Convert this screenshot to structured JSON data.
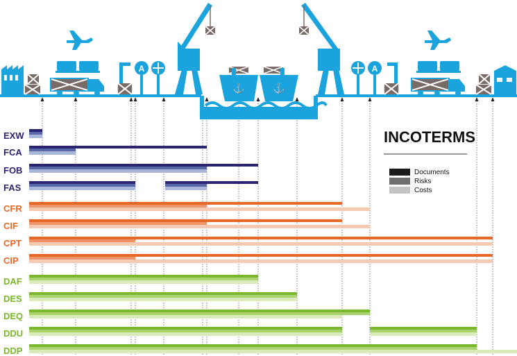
{
  "title": "INCOTERMS",
  "legend": [
    {
      "label": "Documents",
      "color": "#1a1a1a"
    },
    {
      "label": "Risks",
      "color": "#6e6e6e"
    },
    {
      "label": "Costs",
      "color": "#c4c4c4"
    }
  ],
  "colors": {
    "scene": "#1aa3dd",
    "navy": "#2b2570",
    "navy_mid": "#5867a6",
    "navy_light": "#a9b6dc",
    "orange": "#e8682a",
    "orange_mid": "#f0956a",
    "orange_light": "#f6c9b3",
    "green": "#7ab72d",
    "green_mid": "#aad26f",
    "green_light": "#d9ebbb",
    "crate": "#7a6a66",
    "title": "#111111"
  },
  "groups": [
    {
      "id": "E",
      "color_key": "navy",
      "terms": [
        "EXW"
      ]
    },
    {
      "id": "F",
      "color_key": "navy",
      "terms": [
        "FCA",
        "FOB",
        "FAS"
      ]
    },
    {
      "id": "C",
      "color_key": "orange",
      "terms": [
        "CFR",
        "CIF",
        "CPT",
        "CIP"
      ]
    },
    {
      "id": "D",
      "color_key": "green",
      "terms": [
        "DAF",
        "DES",
        "DEQ",
        "DDU",
        "DDP"
      ]
    }
  ],
  "terms": [
    {
      "code": "EXW",
      "color_key": "navy",
      "documents": [
        [
          1,
          2
        ]
      ],
      "risks": [
        [
          1,
          2
        ]
      ],
      "costs": [
        [
          1,
          2
        ]
      ]
    },
    {
      "code": "FCA",
      "color_key": "navy",
      "documents": [
        [
          1,
          9
        ]
      ],
      "risks": [
        [
          1,
          3
        ]
      ],
      "costs": [
        [
          1,
          3
        ]
      ]
    },
    {
      "code": "FOB",
      "color_key": "navy",
      "documents": [
        [
          1,
          11
        ]
      ],
      "risks": [
        [
          1,
          9
        ]
      ],
      "costs": [
        [
          1,
          9
        ]
      ]
    },
    {
      "code": "FAS",
      "color_key": "navy",
      "documents": [
        [
          1,
          5
        ],
        [
          7,
          11
        ]
      ],
      "risks": [
        [
          1,
          5
        ],
        [
          7,
          9
        ]
      ],
      "costs": [
        [
          1,
          5
        ],
        [
          7,
          9
        ]
      ]
    },
    {
      "code": "CFR",
      "color_key": "orange",
      "documents": [
        [
          1,
          15
        ]
      ],
      "risks": [
        [
          1,
          9
        ]
      ],
      "costs": [
        [
          1,
          16
        ]
      ]
    },
    {
      "code": "CIF",
      "color_key": "orange",
      "documents": [
        [
          1,
          15
        ]
      ],
      "risks": [
        [
          1,
          9
        ]
      ],
      "costs": [
        [
          1,
          16
        ]
      ]
    },
    {
      "code": "CPT",
      "color_key": "orange",
      "documents": [
        [
          1,
          20
        ]
      ],
      "risks": [
        [
          1,
          5
        ]
      ],
      "costs": [
        [
          1,
          20
        ]
      ]
    },
    {
      "code": "CIP",
      "color_key": "orange",
      "documents": [
        [
          1,
          20
        ]
      ],
      "risks": [
        [
          1,
          5
        ]
      ],
      "costs": [
        [
          1,
          20
        ]
      ]
    },
    {
      "code": "DAF",
      "color_key": "green",
      "documents": [
        [
          1,
          12
        ]
      ],
      "risks": [
        [
          1,
          12
        ]
      ],
      "costs": [
        [
          1,
          12
        ]
      ]
    },
    {
      "code": "DES",
      "color_key": "green",
      "documents": [
        [
          1,
          14
        ]
      ],
      "risks": [
        [
          1,
          14
        ]
      ],
      "costs": [
        [
          1,
          14
        ]
      ]
    },
    {
      "code": "DEQ",
      "color_key": "green",
      "documents": [
        [
          1,
          16
        ]
      ],
      "risks": [
        [
          1,
          16
        ]
      ],
      "costs": [
        [
          1,
          15
        ]
      ]
    },
    {
      "code": "DDU",
      "color_key": "green",
      "documents": [
        [
          1,
          15
        ],
        [
          16,
          19
        ]
      ],
      "risks": [
        [
          1,
          15
        ],
        [
          16,
          19
        ]
      ],
      "costs": [
        [
          1,
          15
        ],
        [
          16,
          19
        ]
      ]
    },
    {
      "code": "DDP",
      "color_key": "green",
      "documents": [
        [
          1,
          19
        ]
      ],
      "risks": [
        [
          1,
          19
        ]
      ],
      "costs": [
        [
          1,
          21
        ]
      ]
    }
  ],
  "icons": [
    "factory-icon",
    "crate-icon",
    "truck-icon",
    "train-icon",
    "airplane-icon",
    "pallet-icon",
    "border-post-icon",
    "customs-sign-icon",
    "crane-icon",
    "cargo-ship-icon",
    "water-waves-icon",
    "warehouse-icon"
  ]
}
